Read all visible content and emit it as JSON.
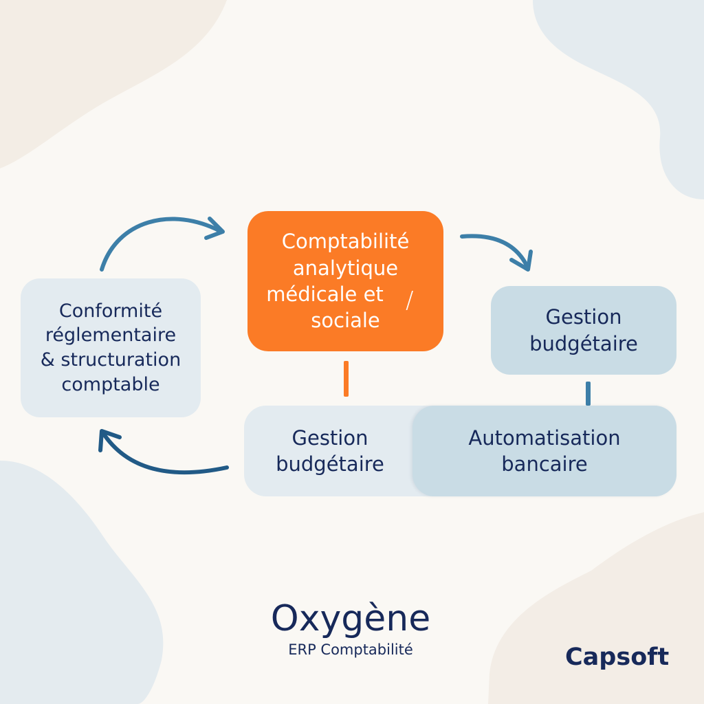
{
  "diagram": {
    "left_box": [
      "Conformité",
      "réglementaire",
      "& structuration",
      "comptable"
    ],
    "center_box": [
      "Comptabilité",
      "analytique",
      "médicale et",
      "sociale"
    ],
    "center_box_slash": "/",
    "right_box": [
      "Gestion",
      "budgétaire"
    ],
    "bottom_left_box": [
      "Gestion",
      "budgétaire"
    ],
    "bottom_right_box": [
      "Automatisation",
      "bancaire"
    ]
  },
  "branding": {
    "product": "Oxygène",
    "subtitle": "ERP Comptabilité",
    "company": "Capsoft"
  },
  "colors": {
    "accent_orange": "#fb7b26",
    "navy": "#17295a",
    "arrow_blue": "#3d7fa8",
    "box_light": "#e3ebf0",
    "box_dark": "#c9dce5"
  }
}
